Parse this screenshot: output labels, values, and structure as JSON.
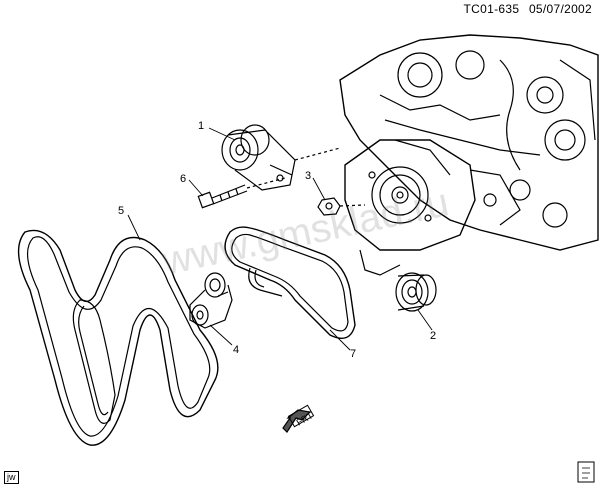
{
  "header": {
    "figure_id": "TC01-635",
    "date": "05/07/2002"
  },
  "callouts": [
    "1",
    "2",
    "3",
    "4",
    "5",
    "6",
    "7"
  ],
  "direction_label": "FRT",
  "corner_label": "jw",
  "watermark": "www.gmsklad.ru",
  "colors": {
    "line": "#000000",
    "background": "#ffffff"
  }
}
